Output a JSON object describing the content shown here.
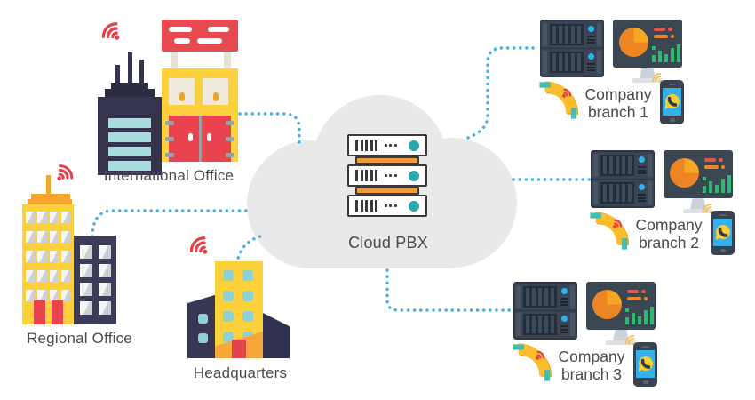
{
  "offices": [
    {
      "id": "international-office",
      "label": "International Office"
    },
    {
      "id": "regional-office",
      "label": "Regional Office"
    },
    {
      "id": "headquarters",
      "label": "Headquarters"
    }
  ],
  "cloud": {
    "label": "Cloud PBX"
  },
  "branches": [
    {
      "line1": "Company",
      "line2": "branch 1"
    },
    {
      "line1": "Company",
      "line2": "branch 2"
    },
    {
      "line1": "Company",
      "line2": "branch 3"
    }
  ],
  "icons": {
    "wifi": "wifi-icon",
    "cloud": "cloud-icon",
    "server": "server-rack-icon",
    "monitor": "monitor-chart-icon",
    "handset": "phone-handset-icon",
    "smartphone": "smartphone-icon"
  },
  "colors": {
    "connector_blue": "#42b0e0",
    "cloud_gray": "#e9e9e9",
    "building_yellow": "#fcd13b",
    "building_navy": "#34344e",
    "accent_red": "#e8434e",
    "window_teal": "#a8dcdd",
    "antenna_orange": "#f5a52c",
    "server_teal": "#28a7ad",
    "server_base_orange": "#f0993f",
    "led_blue": "#2fb3ef",
    "chart_green": "#2eb872",
    "pie_orange": "#ee8525",
    "pie_yellow": "#f6a623",
    "handset_yellow": "#fbbc2d",
    "handset_teal": "#44bdb0",
    "text_gray": "#4b4b4b"
  }
}
